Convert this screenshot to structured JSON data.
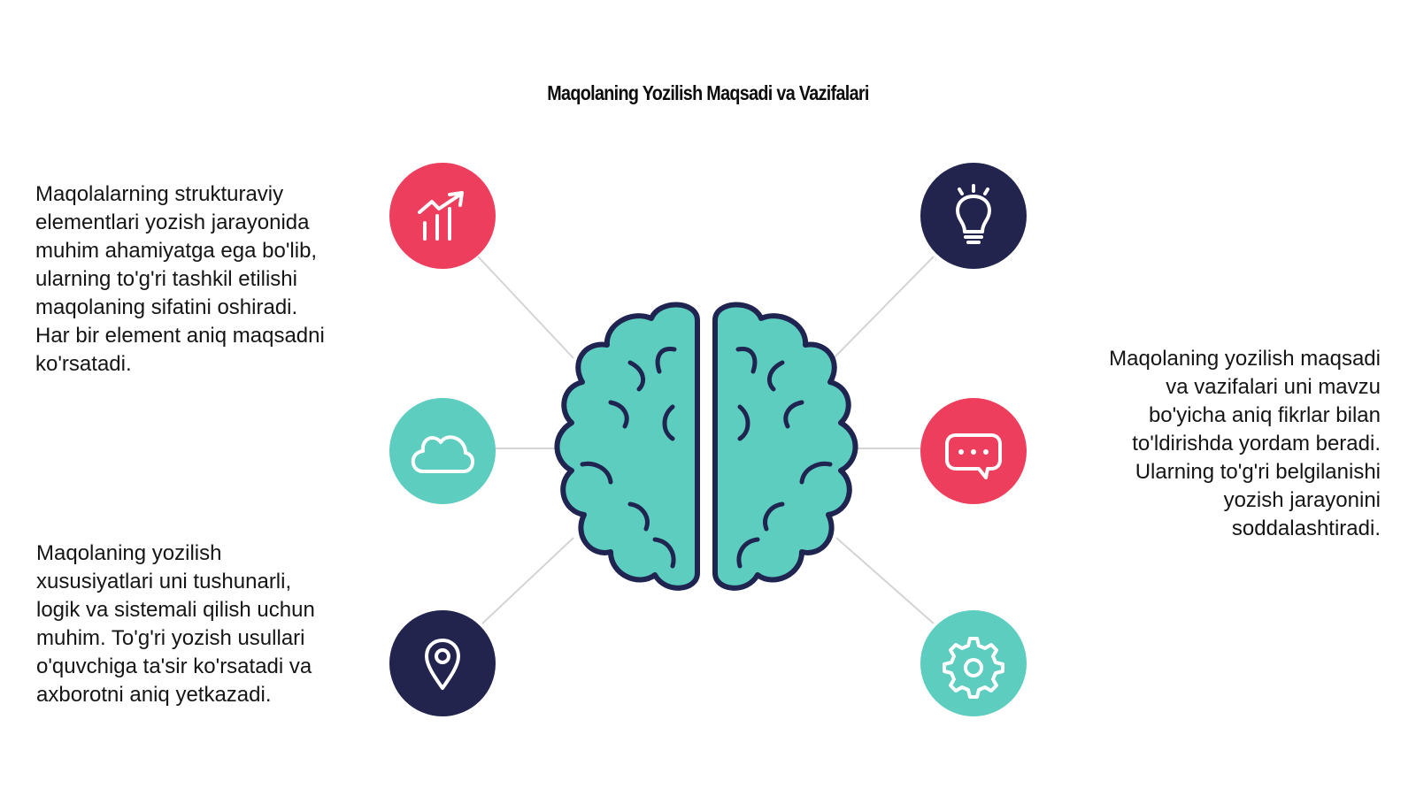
{
  "title": "Maqolaning Yozilish Maqsadi va Vazifalari",
  "text_blocks": {
    "top_left": "Maqolalarning strukturaviy\nelementlari yozish jarayonida\nmuhim ahamiyatga ega bo'lib,\nularning to'g'ri tashkil etilishi\nmaqolaning sifatini oshiradi.\nHar bir element aniq maqsadni\nko'rsatadi.",
    "bottom_left": "Maqolaning yozilish\nxususiyatlari uni tushunarli,\nlogik va sistemali qilish uchun\nmuhim. To'g'ri yozish usullari\no'quvchiga ta'sir ko'rsatadi va\naxborotni aniq yetkazadi.",
    "right": "Maqolaning yozilish maqsadi\nva vazifalari uni mavzu\nbo'yicha aniq fikrlar bilan\nto'ldirishda yordam beradi.\nUlarning to'g'ri belgilanishi\nyozish jarayonini\nsoddalashtiradi."
  },
  "colors": {
    "red": "#ee3e5d",
    "navy": "#23244e",
    "teal": "#5ccdbe",
    "brain_fill": "#5ccdbe",
    "brain_stroke": "#1f2450",
    "connector": "#d4d4d4"
  },
  "icons": {
    "top_left": "chart-growth-icon",
    "middle_left": "cloud-icon",
    "bottom_left": "location-pin-icon",
    "top_right": "lightbulb-icon",
    "middle_right": "chat-bubble-icon",
    "bottom_right": "gear-icon",
    "center": "brain-icon"
  }
}
